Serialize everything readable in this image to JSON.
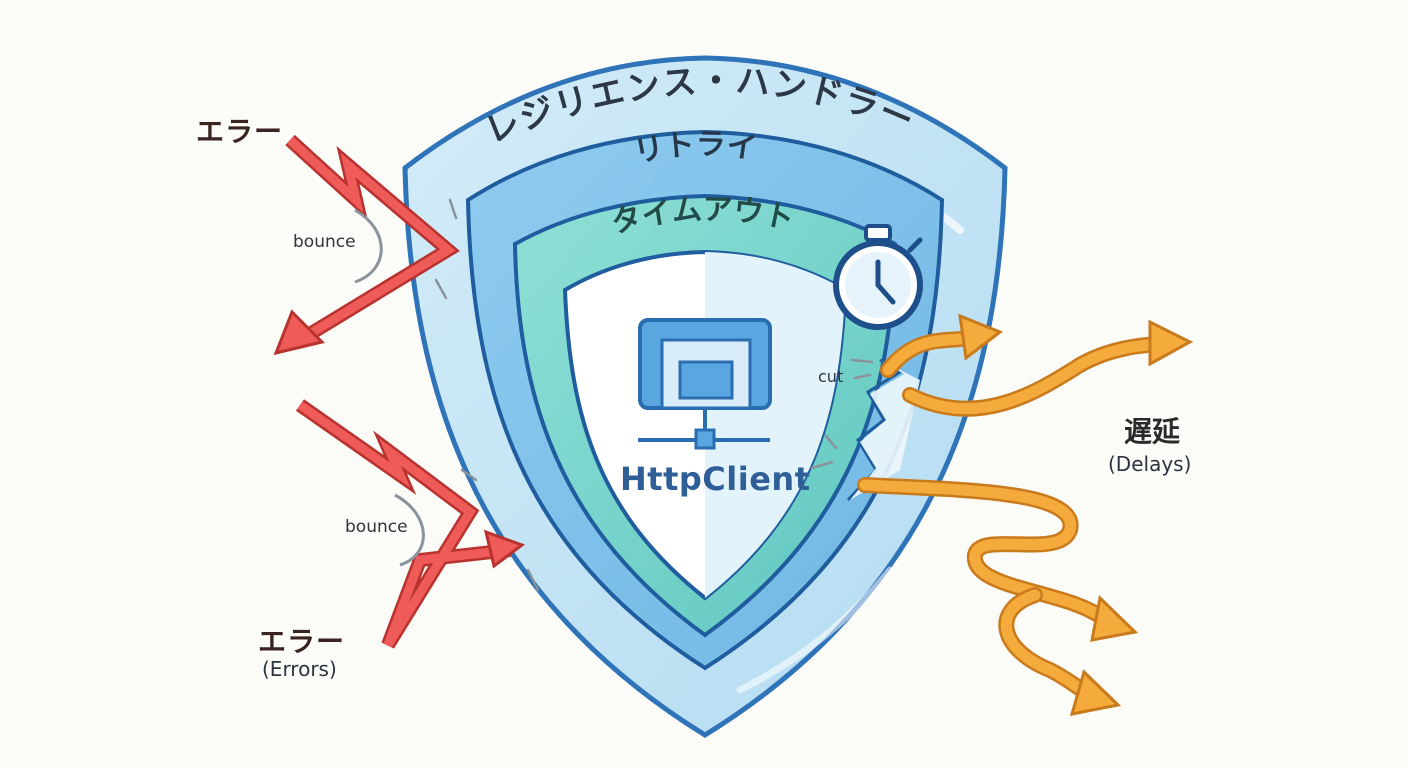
{
  "labels": {
    "outer_ring": "レジリエンス・ハンドラー",
    "middle_ring": "リトライ",
    "inner_ring": "タイムアウト",
    "core": "HttpClient",
    "errors_top": "エラー",
    "errors_bottom": "エラー",
    "errors_bottom_sub": "(Errors)",
    "bounce_top": "bounce",
    "bounce_bottom": "bounce",
    "cut": "cut",
    "delays": "遅延",
    "delays_sub": "(Delays)"
  },
  "icons": {
    "core": "network-server-icon",
    "timer": "stopwatch-icon"
  },
  "colors": {
    "outer_ring": "#bfe3f5",
    "middle_ring": "#7cc0ea",
    "inner_ring": "#7fd8cf",
    "error_arrow": "#e8504f",
    "delay_arrow": "#f4a83a",
    "core_text": "#2f5f96"
  }
}
